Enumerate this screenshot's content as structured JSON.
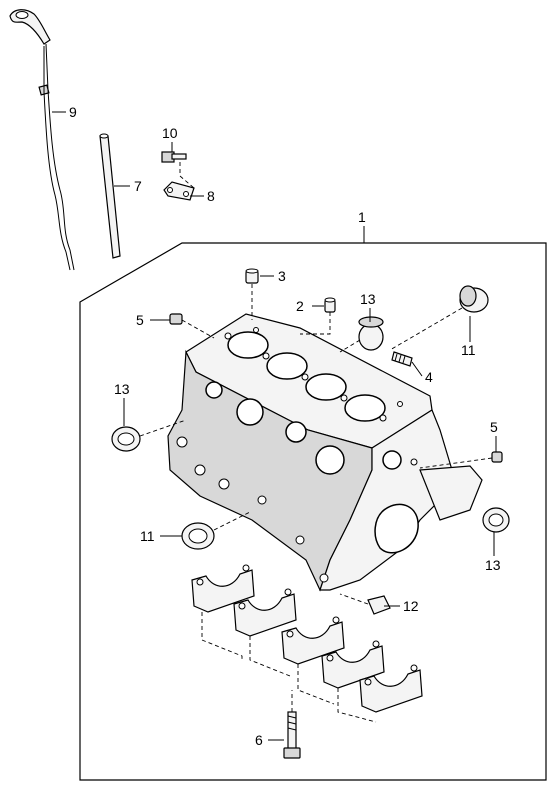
{
  "diagram": {
    "callouts": {
      "c1": "1",
      "c2": "2",
      "c3": "3",
      "c4": "4",
      "c5a": "5",
      "c5b": "5",
      "c6": "6",
      "c7": "7",
      "c8": "8",
      "c9": "9",
      "c10": "10",
      "c11a": "11",
      "c11b": "11",
      "c12": "12",
      "c13a": "13",
      "c13b": "13",
      "c13c": "13"
    }
  }
}
